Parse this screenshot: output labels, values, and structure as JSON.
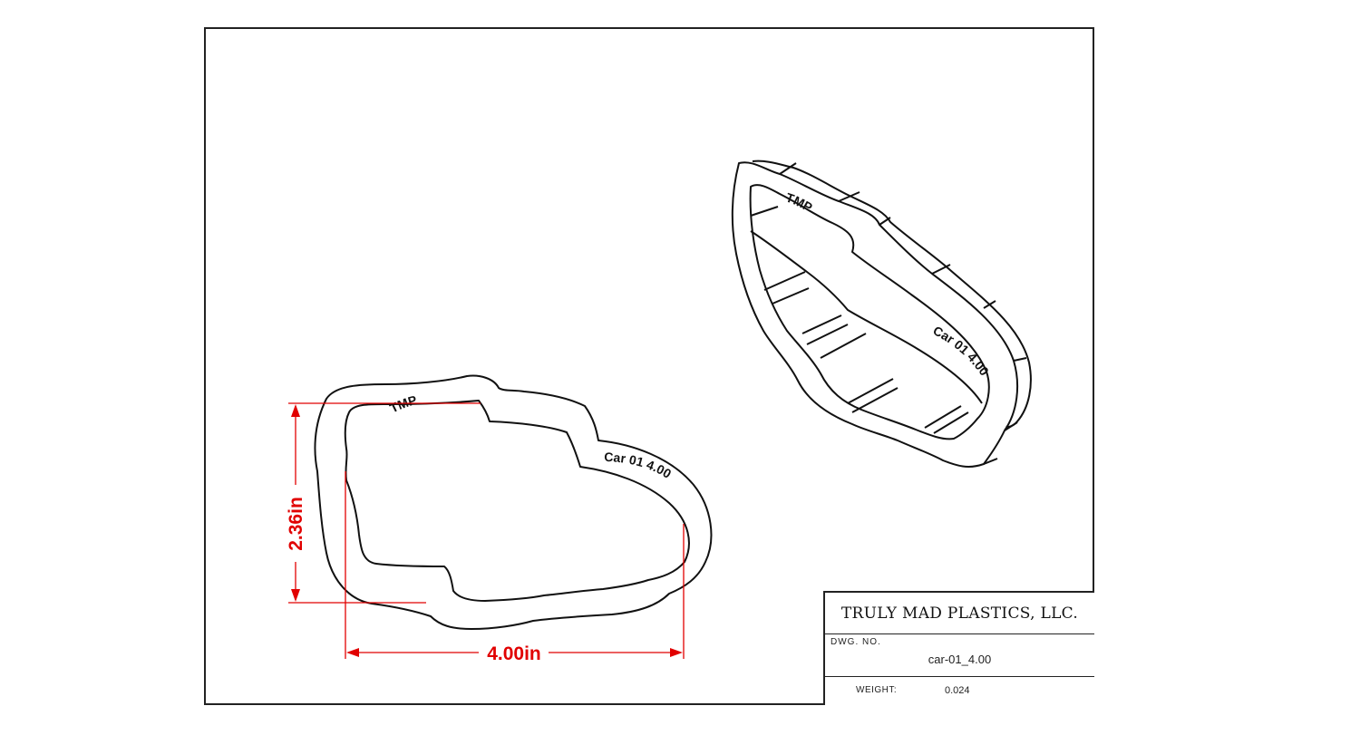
{
  "company_name": "TRULY MAD PLASTICS, LLC.",
  "drawing_number_label": "DWG. NO.",
  "drawing_number": "car-01_4.00",
  "weight_label": "WEIGHT:",
  "weight_value": "0.024",
  "dimensions": {
    "height": "2.36in",
    "width": "4.00in"
  },
  "embossing": {
    "brand": "TMP",
    "product": "Car 01  4.00"
  },
  "colors": {
    "dimension": "#e10000",
    "line": "#111111"
  }
}
